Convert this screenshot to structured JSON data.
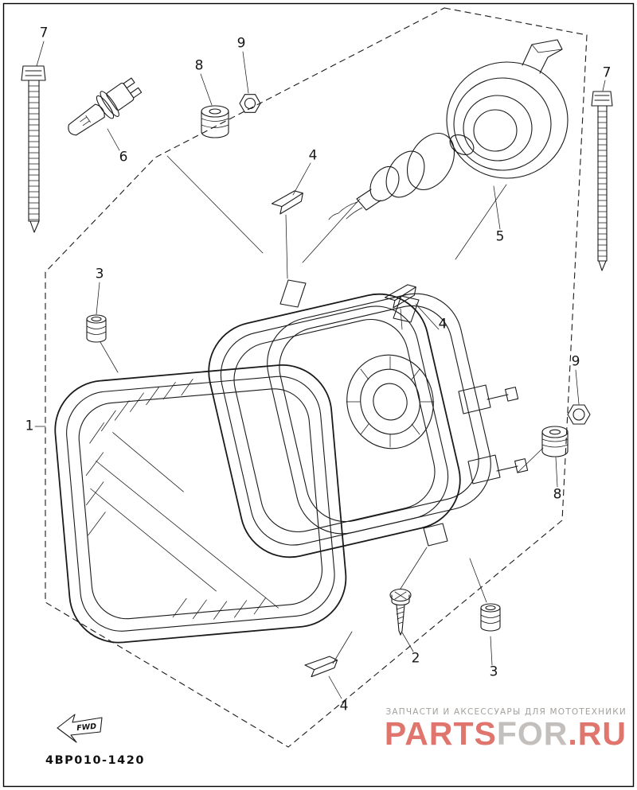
{
  "figure": {
    "code": "4BP010-1420",
    "fwd_label": "FWD"
  },
  "callouts": [
    {
      "label": "7"
    },
    {
      "label": "6"
    },
    {
      "label": "8"
    },
    {
      "label": "9"
    },
    {
      "label": "4"
    },
    {
      "label": "5"
    },
    {
      "label": "7"
    },
    {
      "label": "3"
    },
    {
      "label": "1"
    },
    {
      "label": "9"
    },
    {
      "label": "8"
    },
    {
      "label": "4"
    },
    {
      "label": "2"
    },
    {
      "label": "3"
    },
    {
      "label": "4"
    }
  ],
  "watermark": {
    "tagline": "ЗАПЧАСТИ И АКСЕССУАРЫ ДЛЯ МОТОТЕХНИКИ",
    "brand_left": "PARTS",
    "brand_mid": "FOR",
    "brand_right": ".RU",
    "red": "#d8574d",
    "gray": "#b7b2ae",
    "tagline_gray": "#a3a09c"
  }
}
